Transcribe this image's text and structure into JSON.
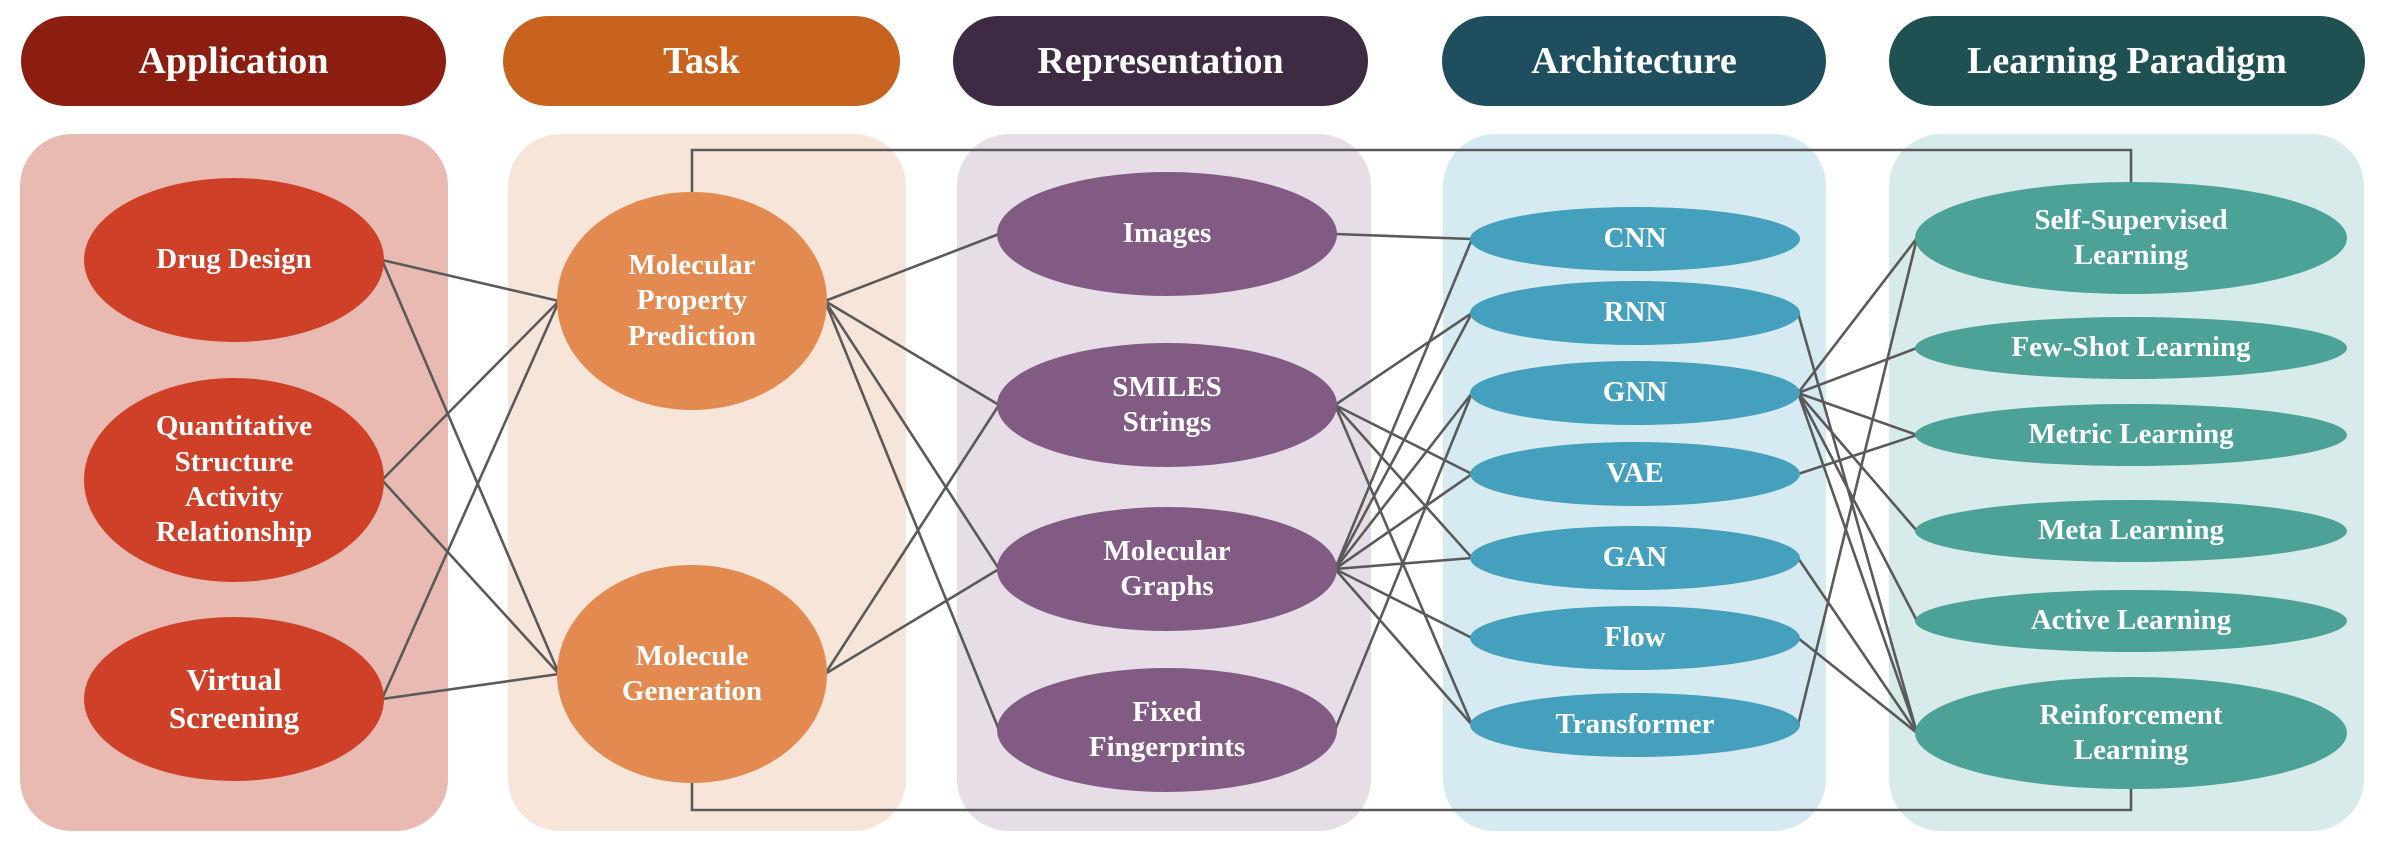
{
  "headers": {
    "application": "Application",
    "task": "Task",
    "representation": "Representation",
    "architecture": "Architecture",
    "paradigm": "Learning Paradigm"
  },
  "nodes": {
    "app_drug": "Drug Design",
    "app_qsar": "Quantitative\nStructure\nActivity\nRelationship",
    "app_vs": "Virtual\nScreening",
    "task_mpp": "Molecular\nProperty\nPrediction",
    "task_mg": "Molecule\nGeneration",
    "rep_img": "Images",
    "rep_smiles": "SMILES\nStrings",
    "rep_graph": "Molecular\nGraphs",
    "rep_fp": "Fixed\nFingerprints",
    "arch_cnn": "CNN",
    "arch_rnn": "RNN",
    "arch_gnn": "GNN",
    "arch_vae": "VAE",
    "arch_gan": "GAN",
    "arch_flow": "Flow",
    "arch_tf": "Transformer",
    "lp_ssl": "Self-Supervised\nLearning",
    "lp_fsl": "Few-Shot Learning",
    "lp_ml": "Metric Learning",
    "lp_meta": "Meta Learning",
    "lp_al": "Active Learning",
    "lp_rl": "Reinforcement\nLearning"
  },
  "colors": {
    "application": "#8B1E10",
    "application_panel": "#E8BAB1",
    "application_node": "#CF4028",
    "task": "#C8621F",
    "task_panel": "#F8E5D9",
    "task_node": "#E38A50",
    "representation": "#3E2B43",
    "representation_panel": "#E6DDE6",
    "representation_node": "#815B83",
    "architecture": "#1F4E5F",
    "architecture_panel": "#D6EAF2",
    "architecture_node": "#45A0BD",
    "paradigm": "#1F5152",
    "paradigm_panel": "#D6EBEA",
    "paradigm_node": "#4CA297",
    "edge": "#5A5A5A"
  },
  "edges": [
    [
      "app_drug",
      "task_mpp"
    ],
    [
      "app_drug",
      "task_mg"
    ],
    [
      "app_qsar",
      "task_mpp"
    ],
    [
      "app_qsar",
      "task_mg"
    ],
    [
      "app_vs",
      "task_mpp"
    ],
    [
      "app_vs",
      "task_mg"
    ],
    [
      "task_mpp",
      "rep_img"
    ],
    [
      "task_mpp",
      "rep_smiles"
    ],
    [
      "task_mpp",
      "rep_graph"
    ],
    [
      "task_mpp",
      "rep_fp"
    ],
    [
      "task_mg",
      "rep_smiles"
    ],
    [
      "task_mg",
      "rep_graph"
    ],
    [
      "rep_img",
      "arch_cnn"
    ],
    [
      "rep_smiles",
      "arch_rnn"
    ],
    [
      "rep_smiles",
      "arch_vae"
    ],
    [
      "rep_smiles",
      "arch_gan"
    ],
    [
      "rep_smiles",
      "arch_tf"
    ],
    [
      "rep_graph",
      "arch_cnn"
    ],
    [
      "rep_graph",
      "arch_rnn"
    ],
    [
      "rep_graph",
      "arch_gnn"
    ],
    [
      "rep_graph",
      "arch_vae"
    ],
    [
      "rep_graph",
      "arch_gan"
    ],
    [
      "rep_graph",
      "arch_flow"
    ],
    [
      "rep_graph",
      "arch_tf"
    ],
    [
      "rep_fp",
      "arch_gnn"
    ],
    [
      "arch_rnn",
      "lp_rl"
    ],
    [
      "arch_gnn",
      "lp_ssl"
    ],
    [
      "arch_gnn",
      "lp_fsl"
    ],
    [
      "arch_gnn",
      "lp_ml"
    ],
    [
      "arch_gnn",
      "lp_meta"
    ],
    [
      "arch_gnn",
      "lp_al"
    ],
    [
      "arch_gnn",
      "lp_rl"
    ],
    [
      "arch_vae",
      "lp_ml"
    ],
    [
      "arch_gan",
      "lp_rl"
    ],
    [
      "arch_flow",
      "lp_rl"
    ],
    [
      "arch_tf",
      "lp_ssl"
    ]
  ]
}
